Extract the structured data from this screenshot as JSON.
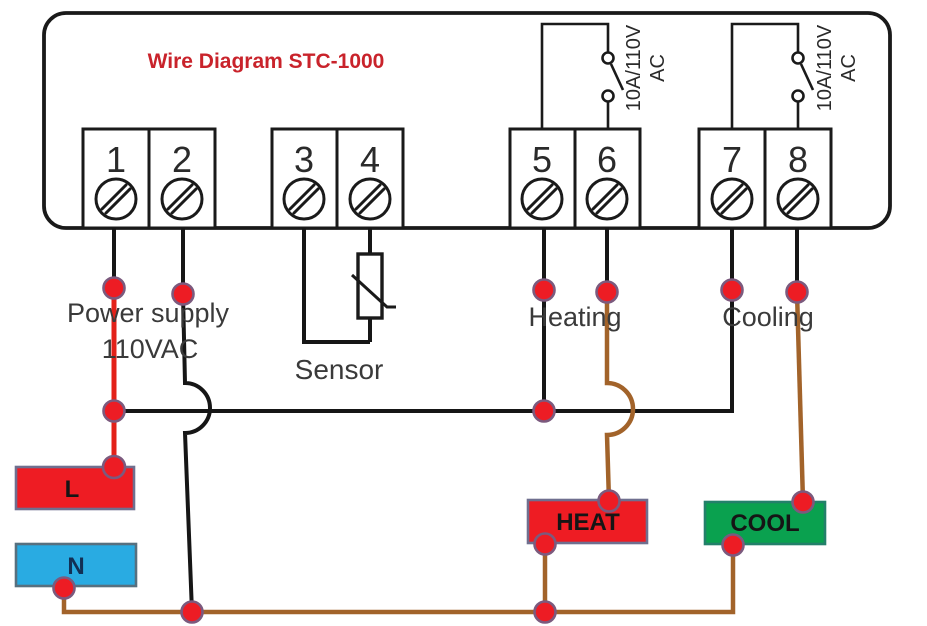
{
  "title": {
    "text": "Wire Diagram STC-1000",
    "color": "#c9232b"
  },
  "controller": {
    "terminals": [
      "1",
      "2",
      "3",
      "4",
      "5",
      "6",
      "7",
      "8"
    ],
    "relays": [
      {
        "rating": "10A/110V",
        "unit": "AC"
      },
      {
        "rating": "10A/110V",
        "unit": "AC"
      }
    ]
  },
  "annotations": {
    "power_supply_line1": "Power supply",
    "power_supply_line2": "110VAC",
    "sensor": "Sensor",
    "heating": "Heating",
    "cooling": "Cooling"
  },
  "tags": {
    "live": {
      "label": "L",
      "fill": "#ee1c23"
    },
    "neutral": {
      "label": "N",
      "fill": "#29abe2"
    },
    "heat": {
      "label": "HEAT",
      "fill": "#ee1c23"
    },
    "cool": {
      "label": "COOL",
      "fill": "#0aa14f"
    }
  },
  "wire_colors": {
    "live_red": "#e32119",
    "neutral_black": "#161616",
    "load_brown": "#a2632a",
    "junction_red": "#ed1c24"
  }
}
